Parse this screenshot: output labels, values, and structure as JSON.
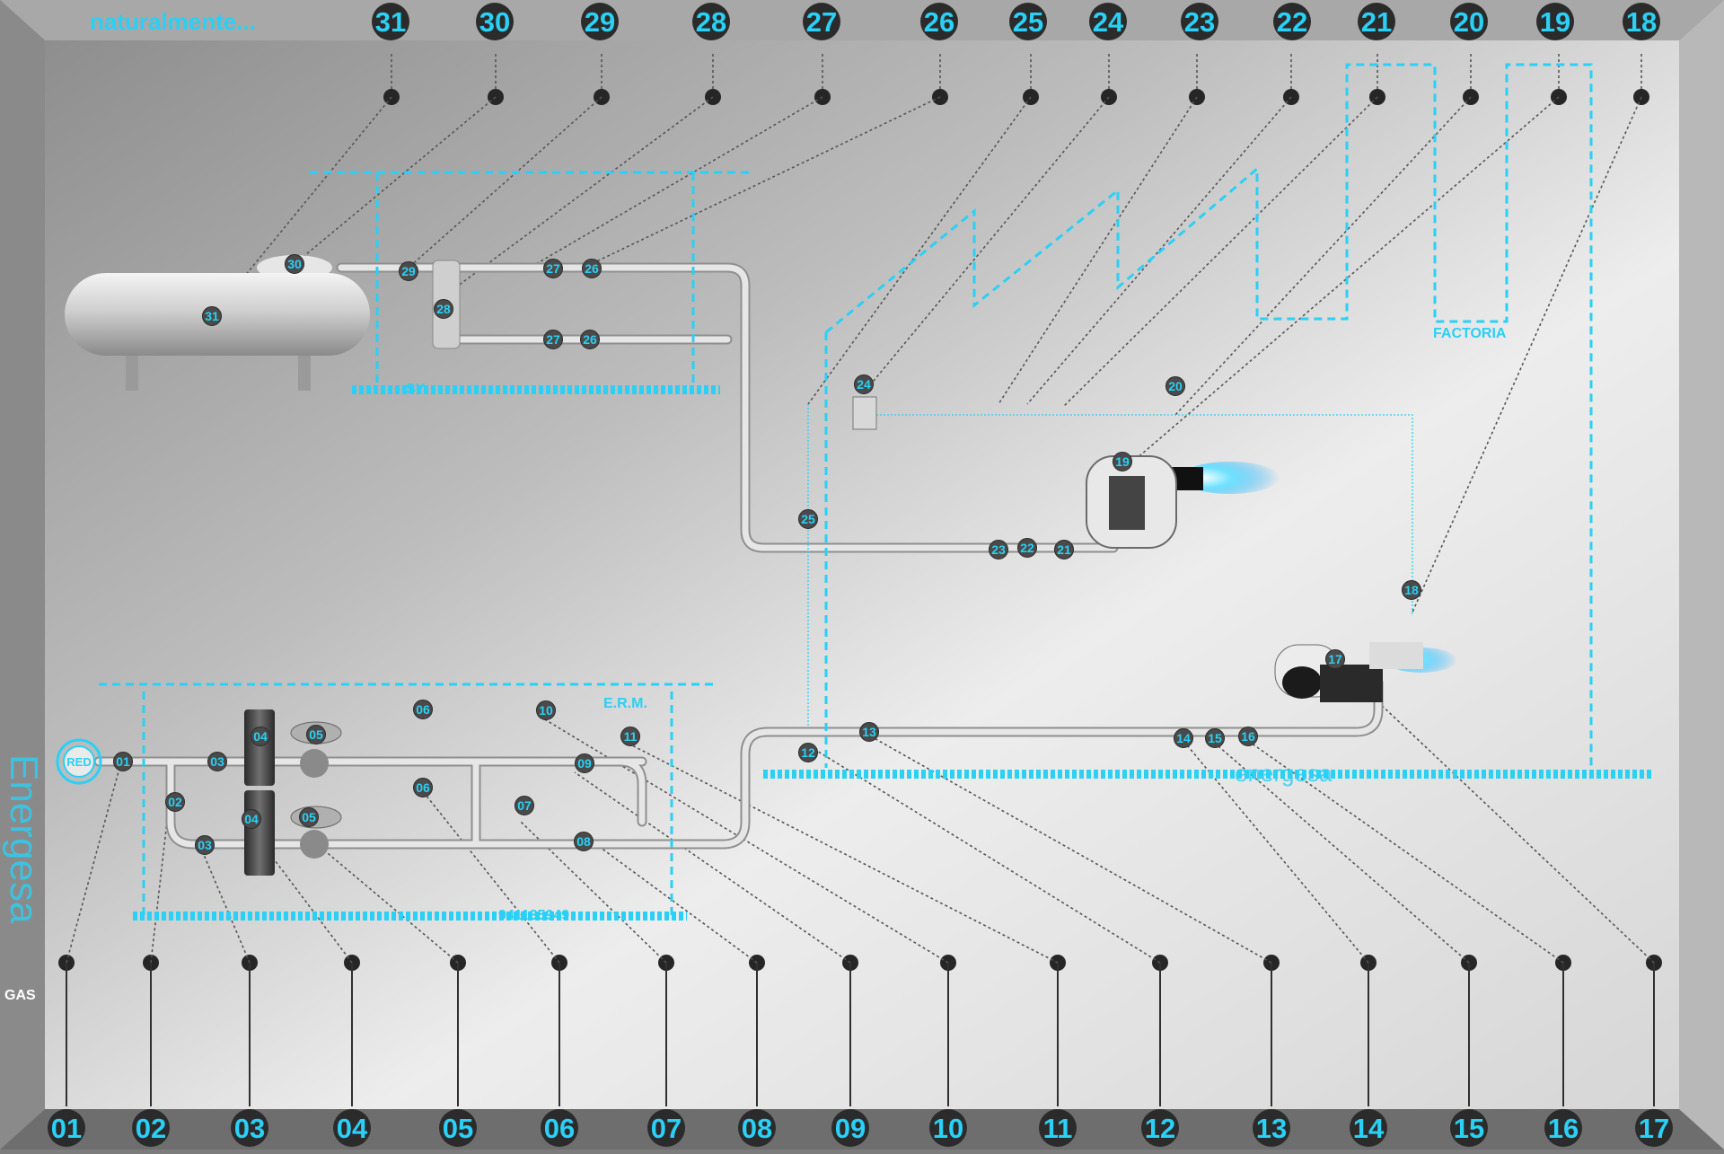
{
  "title": "naturalmente...",
  "brand_vertical": "Energesa",
  "gas_label": "GAS",
  "red_label": "RED",
  "watermark": "energesa",
  "frames": {
    "erm_label": "E.R.M.",
    "phone": "941135949",
    "factory_label": "FACTORIA",
    "sy_label": "SY"
  },
  "top_numbers": [
    "31",
    "30",
    "29",
    "28",
    "27",
    "26",
    "25",
    "24",
    "23",
    "22",
    "21",
    "20",
    "19",
    "18"
  ],
  "bottom_numbers": [
    "01",
    "02",
    "03",
    "04",
    "05",
    "06",
    "07",
    "08",
    "09",
    "10",
    "11",
    "12",
    "13",
    "14",
    "15",
    "16",
    "17"
  ],
  "component_labels": {
    "tank_top": "30",
    "tank_body": "31",
    "valve_29": "29",
    "filter_28": "28",
    "upper_27": "27",
    "upper_26": "26",
    "lower_27": "27",
    "lower_26": "26",
    "meter_24": "24",
    "sensor_20": "20",
    "burner_19": "19",
    "line_25": "25",
    "train_23": "23",
    "train_22": "22",
    "train_21": "21",
    "sensor_18": "18",
    "burner_17": "17",
    "valve_12": "12",
    "valve_13": "13",
    "train_14": "14",
    "train_15": "15",
    "train_16": "16",
    "erm_01": "01",
    "erm_02": "02",
    "erm_03a": "03",
    "erm_03b": "03",
    "erm_04a": "04",
    "erm_04b": "04",
    "erm_05a": "05",
    "erm_05b": "05",
    "erm_06a": "06",
    "erm_06b": "06",
    "erm_07": "07",
    "erm_08": "08",
    "erm_09": "09",
    "erm_10": "10",
    "erm_11": "11"
  },
  "colors": {
    "accent": "#2ad0f5",
    "frame_dark": "#777777",
    "panel_light": "#e4e4e4",
    "pipe": "#d8d8d8",
    "leader_dot": "#262626"
  }
}
